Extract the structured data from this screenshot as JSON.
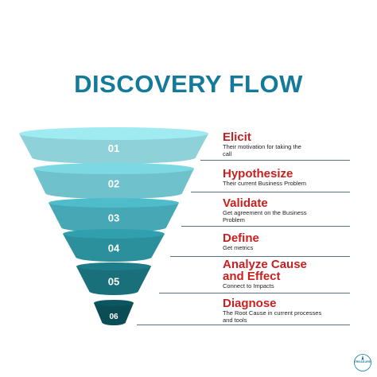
{
  "title": "DISCOVERY FLOW",
  "colors": {
    "title": "#137a9a",
    "step_title": "#c81f1f",
    "rule": "#5b6f86",
    "layers": [
      "#8fd1d8",
      "#6fc2cc",
      "#46a8b5",
      "#2b8f9c",
      "#196f7a",
      "#0c4d55"
    ]
  },
  "steps": [
    {
      "number": "01",
      "title": "Elicit",
      "desc_lines": [
        "Their motivation for taking the",
        "call"
      ]
    },
    {
      "number": "02",
      "title": "Hypothesize",
      "desc_lines": [
        "Their current Business Problem"
      ]
    },
    {
      "number": "03",
      "title": "Validate",
      "desc_lines": [
        "Get agreement on the Business",
        "Problem"
      ]
    },
    {
      "number": "04",
      "title": "Define",
      "desc_lines": [
        "Get metrics"
      ]
    },
    {
      "number": "05",
      "title": "Analyze Cause",
      "title2": "and Effect",
      "desc_lines": [
        "Connect to Impacts"
      ]
    },
    {
      "number": "06",
      "title": "Diagnose",
      "desc_lines": [
        "The Root Cause in current processes",
        "and tools"
      ]
    }
  ],
  "logo": {
    "text": "TREASURE",
    "icon": "compass-logo-icon"
  }
}
